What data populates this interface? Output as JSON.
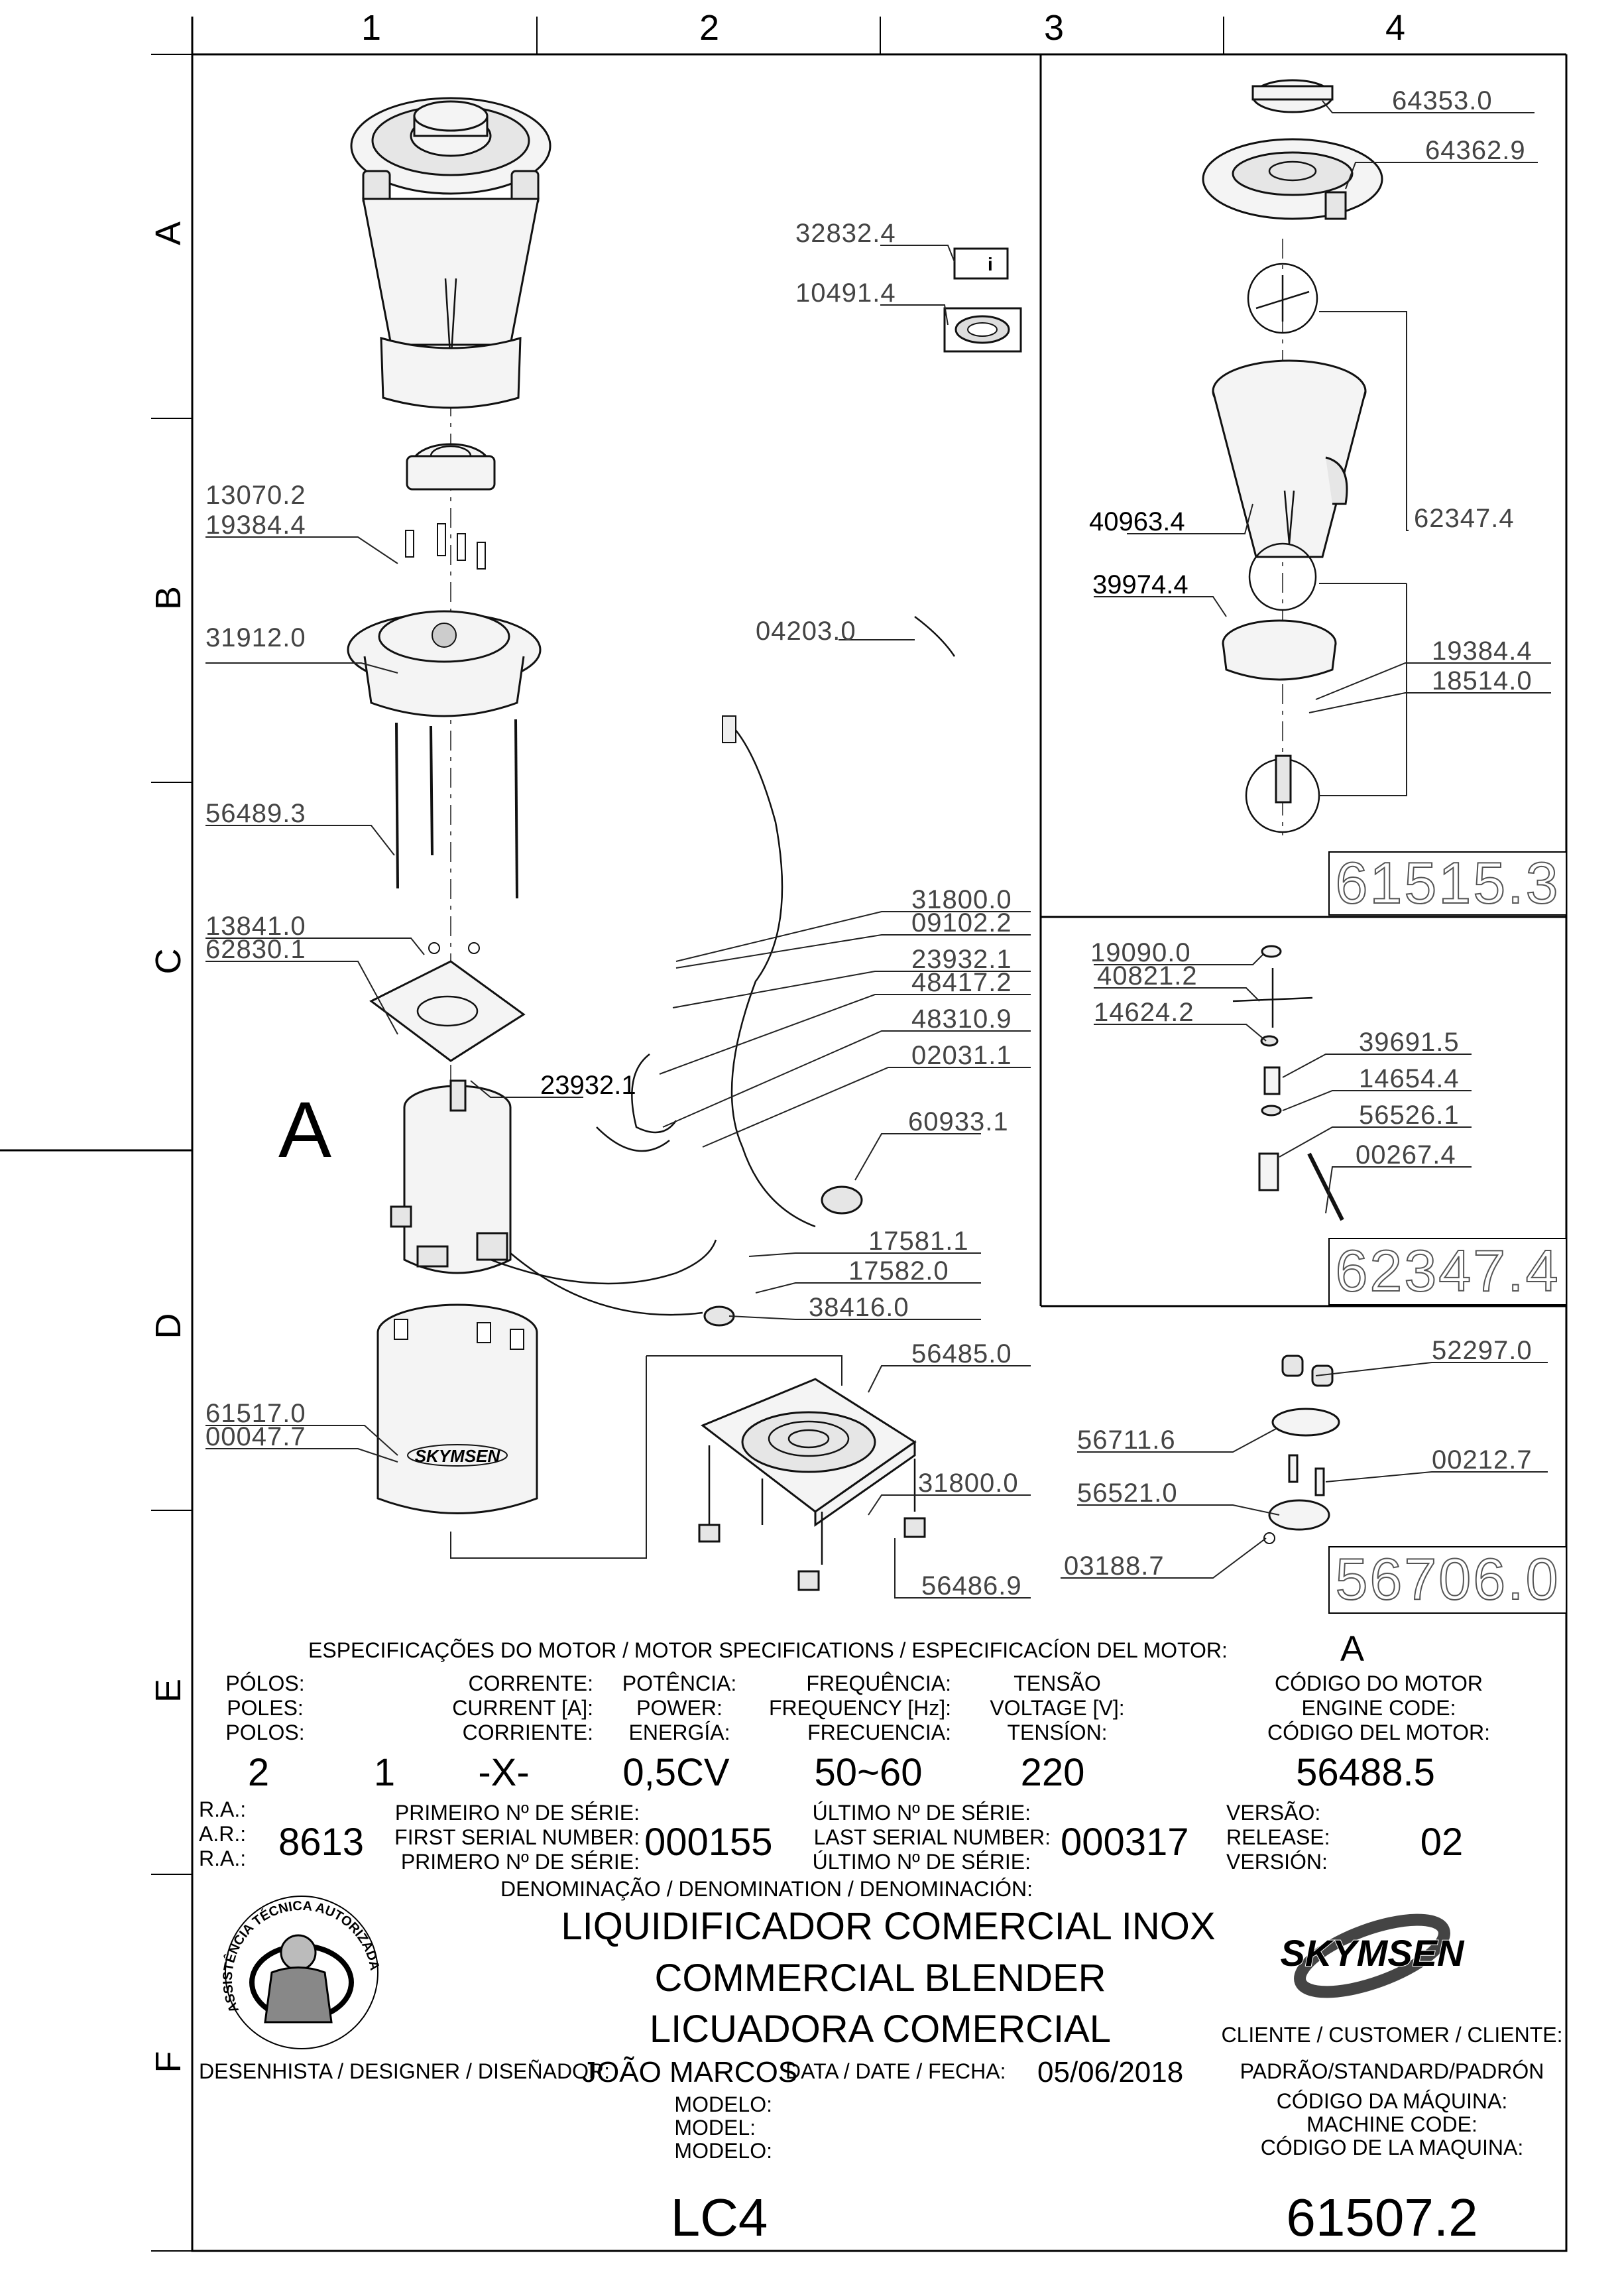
{
  "grid": {
    "columns": [
      "1",
      "2",
      "3",
      "4"
    ],
    "rows": [
      "A",
      "B",
      "C",
      "D",
      "E",
      "F"
    ]
  },
  "callouts": {
    "c64353": "64353.0",
    "c64362": "64362.9",
    "c32832": "32832.4",
    "c10491": "10491.4",
    "c40963": "40963.4",
    "c62347": "62347.4",
    "c39974": "39974.4",
    "c13070": "13070.2",
    "c19384a": "19384.4",
    "c31912": "31912.0",
    "c04203": "04203.0",
    "c19384b": "19384.4",
    "c18514": "18514.0",
    "c56489": "56489.3",
    "c13841": "13841.0",
    "c62830": "62830.1",
    "c31800a": "31800.0",
    "c09102": "09102.2",
    "c23932a": "23932.1",
    "c48417": "48417.2",
    "c23932b": "23932.1",
    "c48310": "48310.9",
    "c02031": "02031.1",
    "c60933": "60933.1",
    "c17581": "17581.1",
    "c17582": "17582.0",
    "c38416": "38416.0",
    "c56485": "56485.0",
    "c31800b": "31800.0",
    "c61517": "61517.0",
    "c00047": "00047.7",
    "c56486": "56486.9",
    "c19090": "19090.0",
    "c40821": "40821.2",
    "c14624": "14624.2",
    "c39691": "39691.5",
    "c14654": "14654.4",
    "c56526": "56526.1",
    "c00267": "00267.4",
    "c52297": "52297.0",
    "c56711": "56711.6",
    "c00212": "00212.7",
    "c56521": "56521.0",
    "c03188": "03188.7"
  },
  "motor_label": "A",
  "logo_text": "SKYMSEN",
  "subassemblies": {
    "sa1": "61515.3",
    "sa2": "62347.4",
    "sa3": "56706.0"
  },
  "specs": {
    "heading": "ESPECIFICAÇÕES DO MOTOR / MOTOR SPECIFICATIONS / ESPECIFICACÍON DEL MOTOR:",
    "motor_id": "A",
    "poles_l1": "PÓLOS:",
    "poles_l2": "POLES:",
    "poles_l3": "POLOS:",
    "current_l1": "CORRENTE:",
    "current_l2": "CURRENT [A]:",
    "current_l3": "CORRIENTE:",
    "power_l1": "POTÊNCIA:",
    "power_l2": "POWER:",
    "power_l3": "ENERGÍA:",
    "freq_l1": "FREQUÊNCIA:",
    "freq_l2": "FREQUENCY [Hz]:",
    "freq_l3": "FRECUENCIA:",
    "volt_l1": "TENSÃO",
    "volt_l2": "VOLTAGE [V]:",
    "volt_l3": "TENSÍON:",
    "code_l1": "CÓDIGO DO MOTOR",
    "code_l2": "ENGINE CODE:",
    "code_l3": "CÓDIGO DEL MOTOR:",
    "poles_v1": "2",
    "poles_v2": "1",
    "current_v": "-X-",
    "power_v": "0,5CV",
    "freq_v": "50~60",
    "volt_v": "220",
    "code_v": "56488.5"
  },
  "record": {
    "ra_l1": "R.A.:",
    "ra_l2": "A.R.:",
    "ra_l3": "R.A.:",
    "ra_v": "8613",
    "first_l1": "PRIMEIRO Nº DE SÉRIE:",
    "first_l2": "FIRST SERIAL NUMBER:",
    "first_l3": "PRIMERO Nº DE SÉRIE:",
    "first_v": "000155",
    "last_l1": "ÚLTIMO Nº DE SÉRIE:",
    "last_l2": "LAST SERIAL NUMBER:",
    "last_l3": "ÚLTIMO Nº DE SÉRIE:",
    "last_v": "000317",
    "ver_l1": "VERSÃO:",
    "ver_l2": "RELEASE:",
    "ver_l3": "VERSIÓN:",
    "ver_v": "02"
  },
  "title_block": {
    "denomination_label": "DENOMINAÇÃO / DENOMINATION / DENOMINACIÓN:",
    "name_pt": "LIQUIDIFICADOR COMERCIAL INOX",
    "name_en": "COMMERCIAL BLENDER",
    "name_es": "LICUADORA COMERCIAL",
    "designer_label": "DESENHISTA / DESIGNER / DISEÑADOR:",
    "designer": "JOÃO MARCOS",
    "date_label": "DATA / DATE / FECHA:",
    "date": "05/06/2018",
    "model_l1": "MODELO:",
    "model_l2": "MODEL:",
    "model_l3": "MODELO:",
    "model": "LC4",
    "customer_label": "CLIENTE / CUSTOMER / CLIENTE:",
    "customer": "PADRÃO/STANDARD/PADRÓN",
    "machine_l1": "CÓDIGO DA MÁQUINA:",
    "machine_l2": "MACHINE CODE:",
    "machine_l3": "CÓDIGO DE LA MAQUINA:",
    "machine_code": "61507.2",
    "brand": "SKYMSEN",
    "seal_text": "ASSISTÊNCIA TÉCNICA AUTORIZADA"
  }
}
